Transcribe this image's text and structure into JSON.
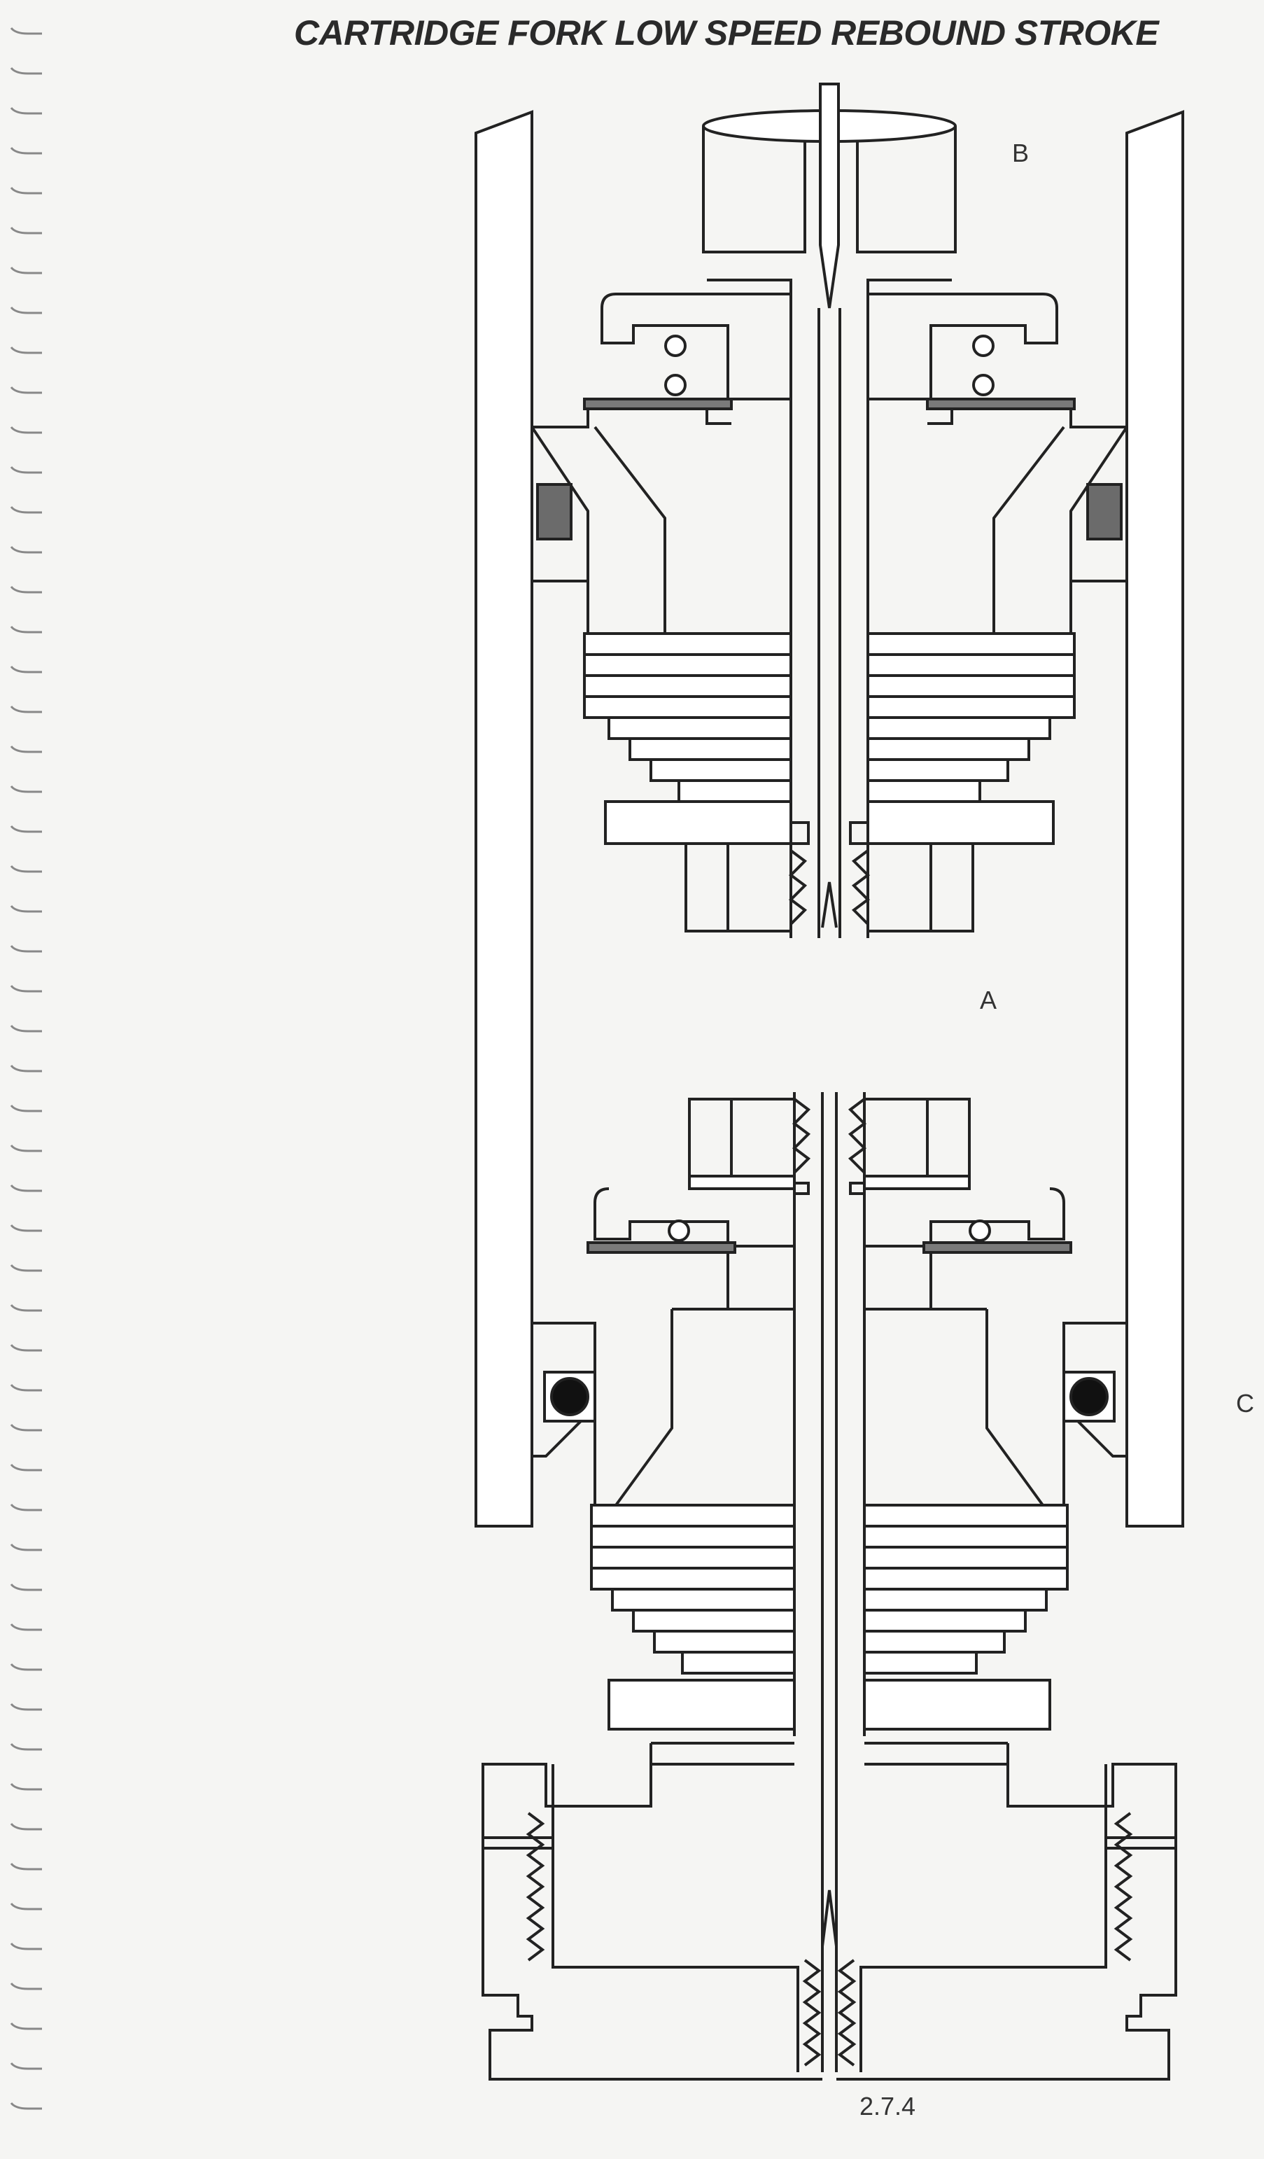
{
  "title": "CARTRIDGE FORK LOW SPEED REBOUND STROKE",
  "labels": {
    "b": "B",
    "a": "A",
    "c": "C"
  },
  "figure_number": "2.7.4",
  "colors": {
    "line": "#222222",
    "seal_fill": "#6b6b6b",
    "oring_fill": "#111111",
    "shim_fill": "#7a7a7a",
    "paper": "#f5f5f3"
  }
}
